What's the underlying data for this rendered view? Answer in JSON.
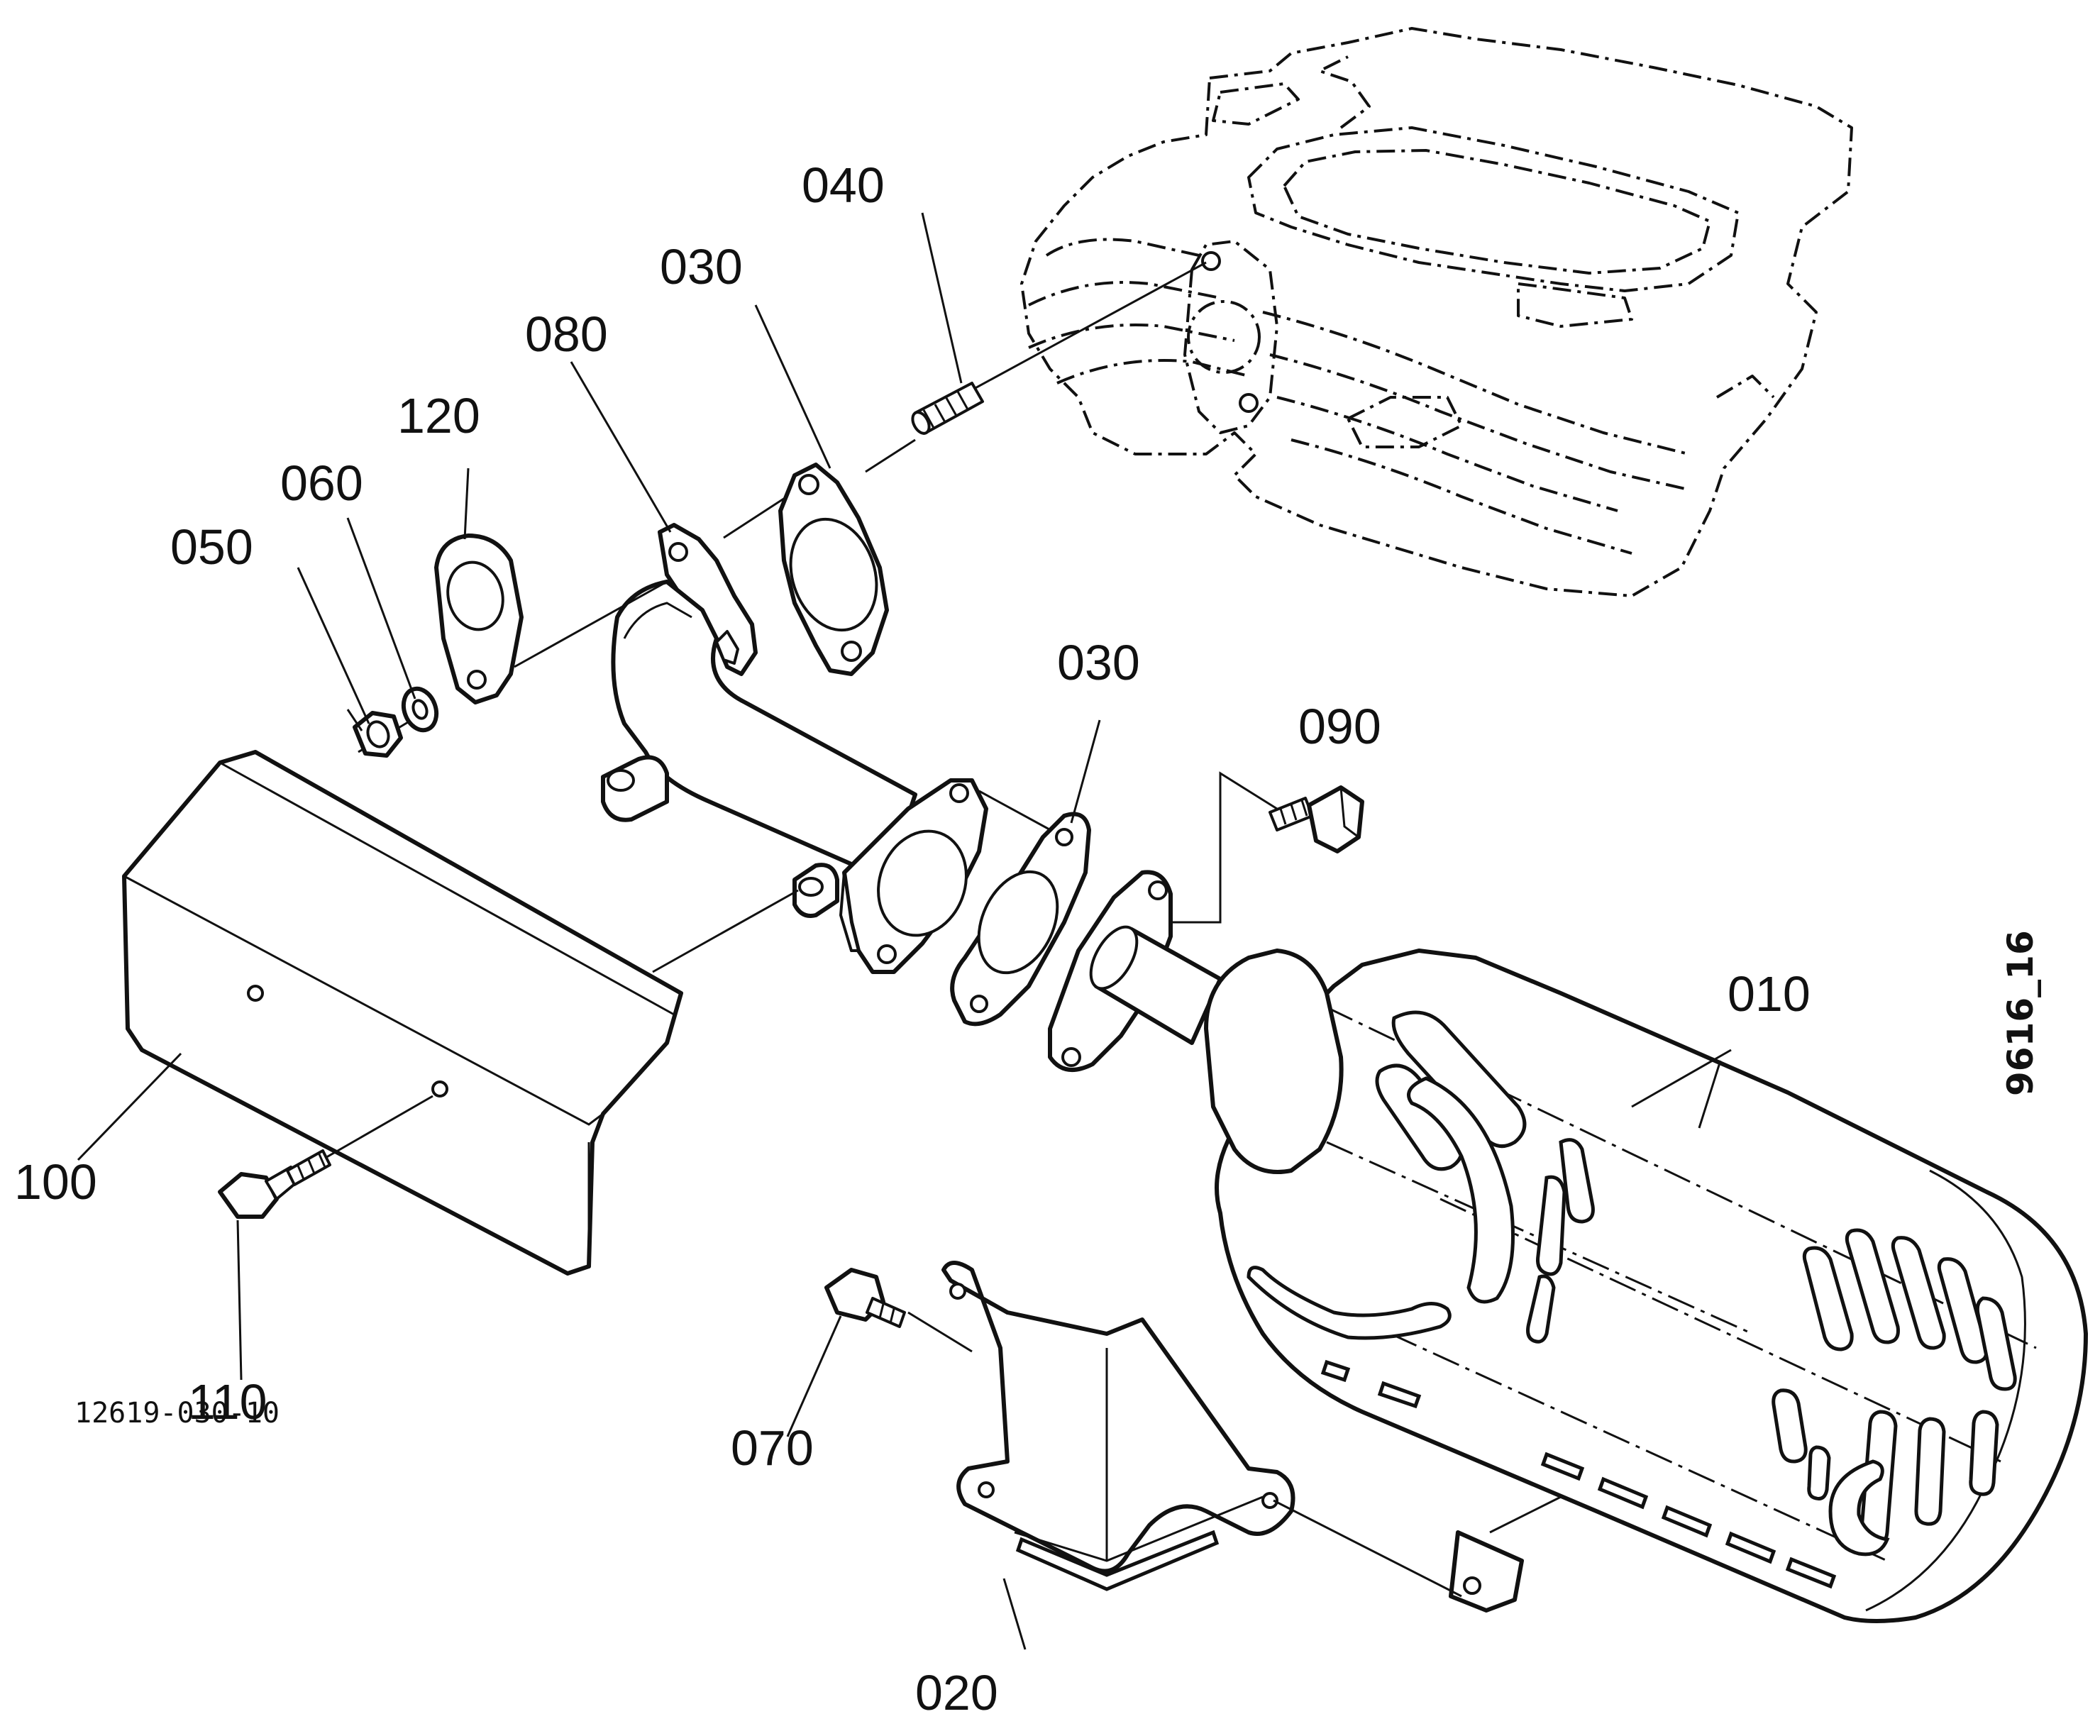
{
  "callouts": {
    "c010": "010",
    "c020": "020",
    "c030a": "030",
    "c030b": "030",
    "c040": "040",
    "c050": "050",
    "c060": "060",
    "c070": "070",
    "c080": "080",
    "c090": "090",
    "c100": "100",
    "c110": "110",
    "c120": "120"
  },
  "drawing_number": "12619-030-10",
  "figure_id": "9616_16"
}
